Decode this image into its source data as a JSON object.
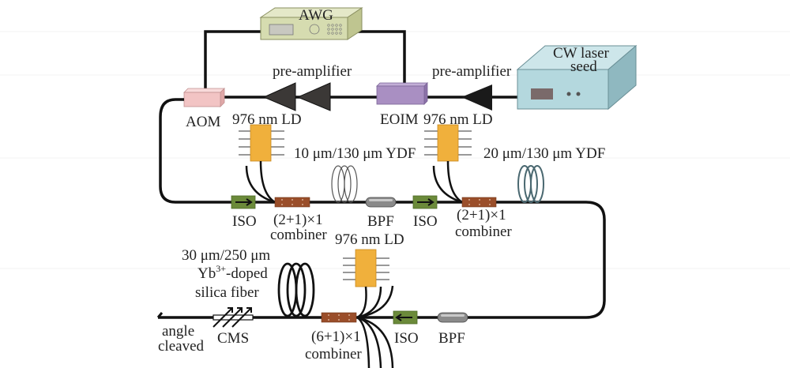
{
  "diagram": {
    "type": "fiber-amplifier-schematic",
    "components": {
      "awg": {
        "label": "AWG",
        "color": "#d6dcb0"
      },
      "cw_seed": {
        "label_line1": "CW laser",
        "label_line2": "seed",
        "color": "#b4d8de"
      },
      "pre_amp_1": {
        "label": "pre-amplifier"
      },
      "pre_amp_2": {
        "label": "pre-amplifier"
      },
      "aom": {
        "label": "AOM",
        "color": "#f2c4c4"
      },
      "eoim": {
        "label": "EOIM",
        "color": "#a98fc2"
      },
      "ld_1": {
        "label": "976 nm LD",
        "color": "#f0b03c"
      },
      "ld_2": {
        "label": "976 nm LD",
        "color": "#f0b03c"
      },
      "ld_3": {
        "label": "976 nm LD",
        "color": "#f0b03c"
      },
      "ydf_1": {
        "label": "10 μm/130 μm YDF"
      },
      "ydf_2": {
        "label": "20 μm/130 μm YDF"
      },
      "iso_1": {
        "label": "ISO",
        "color": "#6b8a3a"
      },
      "iso_2": {
        "label": "ISO",
        "color": "#6b8a3a"
      },
      "iso_3": {
        "label": "ISO",
        "color": "#6b8a3a"
      },
      "combiner_1": {
        "label_line1": "(2+1)×1",
        "label_line2": "combiner",
        "color": "#9a4e2a"
      },
      "combiner_2": {
        "label_line1": "(2+1)×1",
        "label_line2": "combiner",
        "color": "#9a4e2a"
      },
      "combiner_3": {
        "label_line1": "(6+1)×1",
        "label_line2": "combiner",
        "color": "#9a4e2a"
      },
      "bpf_1": {
        "label": "BPF"
      },
      "bpf_2": {
        "label": "BPF"
      },
      "final_fiber": {
        "line1": "30 μm/250 μm",
        "line2_base": "Yb",
        "line2_sup": "3+",
        "line2_rest": "-doped",
        "line3": "silica fiber"
      },
      "cms": {
        "label": "CMS"
      },
      "output": {
        "line1": "angle",
        "line2": "cleaved"
      }
    }
  }
}
